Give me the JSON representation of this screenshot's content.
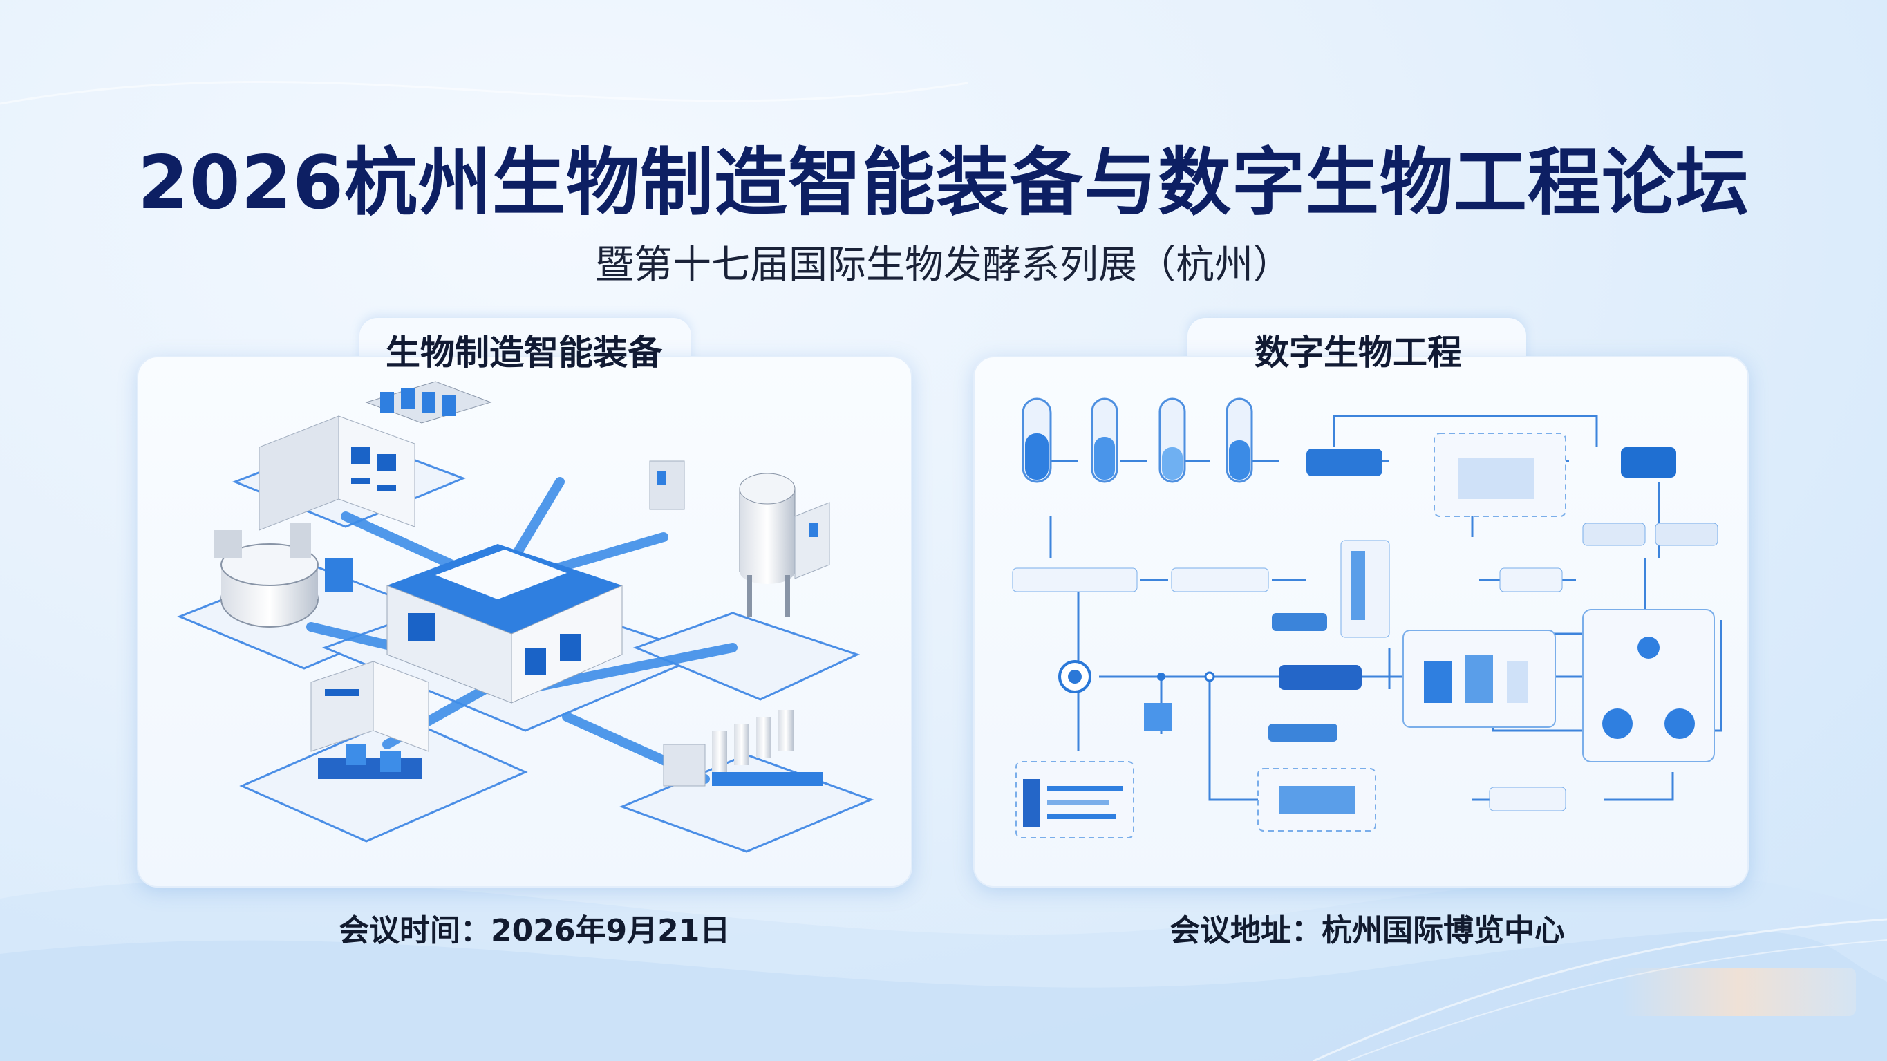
{
  "poster": {
    "title": "2026杭州生物制造智能装备与数字生物工程论坛",
    "subtitle": "暨第十七届国际生物发酵系列展（杭州）"
  },
  "left_panel": {
    "label": "生物制造智能装备",
    "illustration": "isometric-bioprocess-equipment"
  },
  "right_panel": {
    "label": "数字生物工程",
    "illustration": "digital-bioengineering-flowchart"
  },
  "footer": {
    "time_text": "会议时间：2026年9月21日",
    "location_text": "会议地址：杭州国际博览中心"
  },
  "colors": {
    "title": "#0d1f63",
    "accent": "#1a73d9",
    "panel_bg": "#f4f9ff",
    "page_bg": "#dcecfb"
  }
}
